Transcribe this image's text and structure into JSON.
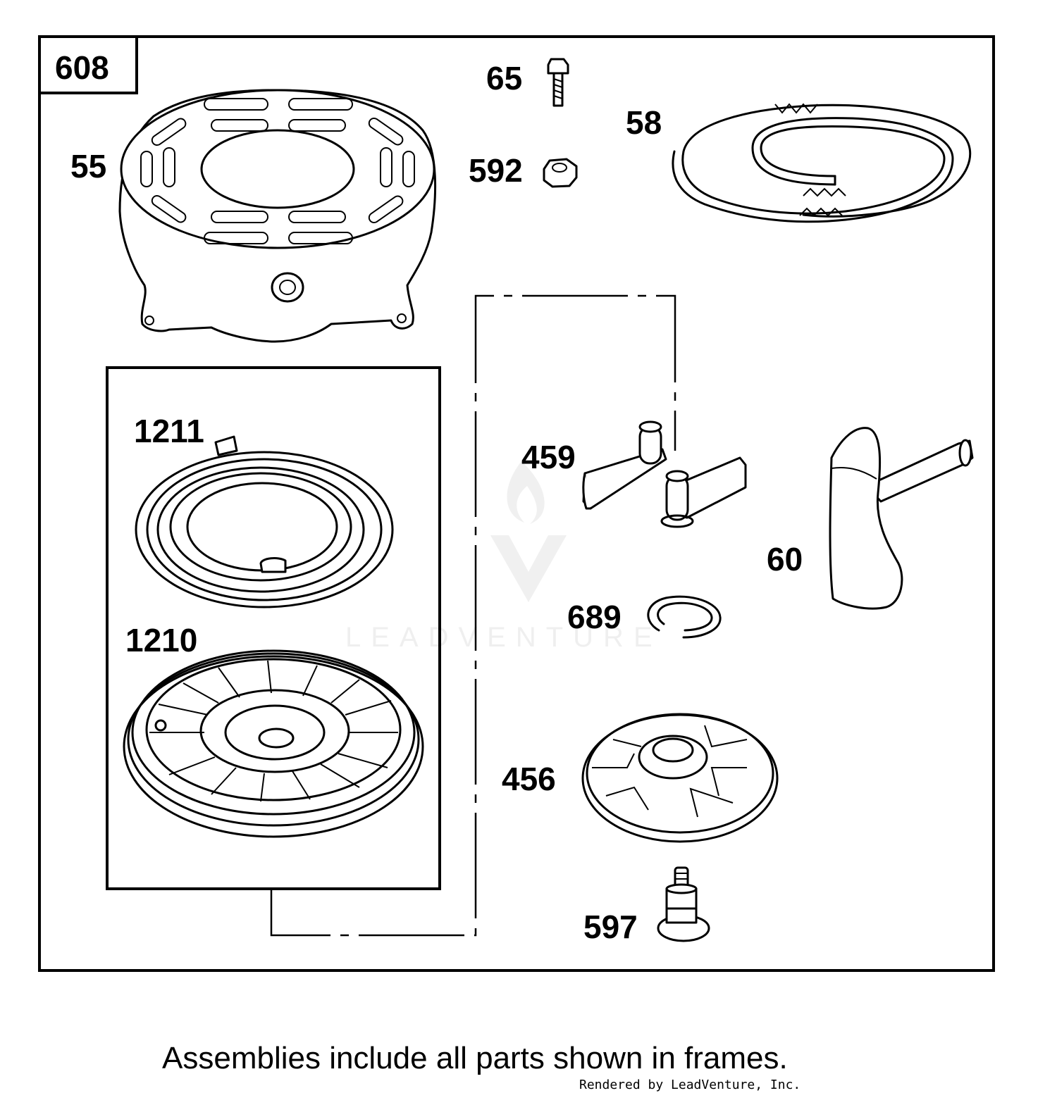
{
  "assembly_number": "608",
  "parts": {
    "p55": "55",
    "p65": "65",
    "p58": "58",
    "p592": "592",
    "p1211": "1211",
    "p1210": "1210",
    "p459": "459",
    "p60": "60",
    "p689": "689",
    "p456": "456",
    "p597": "597"
  },
  "footer_note": "Assemblies include all parts shown in frames.",
  "watermark": "LEADVENTURE",
  "credit": "Rendered by LeadVenture, Inc."
}
